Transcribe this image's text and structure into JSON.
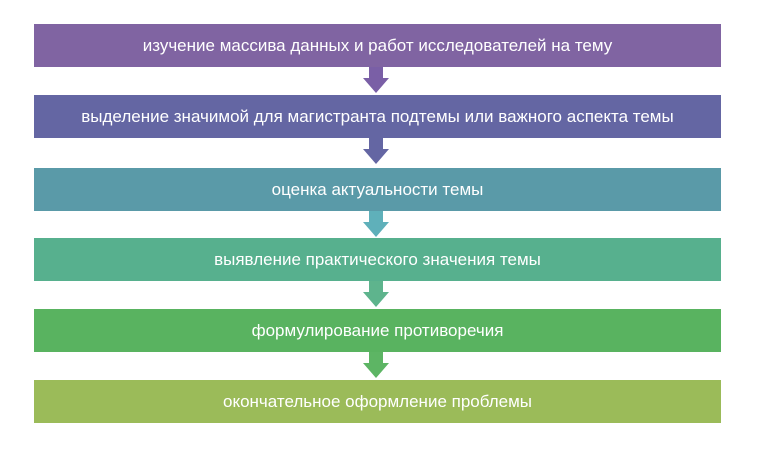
{
  "steps": [
    {
      "label": "изучение массива данных и работ исследователей на тему",
      "color": "#8064a2"
    },
    {
      "label": "выделение значимой для магистранта подтемы или важного аспекта темы",
      "color": "#6466a3"
    },
    {
      "label": "оценка актуальности темы",
      "color": "#5a9aa8"
    },
    {
      "label": "выявление практического значения темы",
      "color": "#57b08e"
    },
    {
      "label": "формулирование противоречия",
      "color": "#59b360"
    },
    {
      "label": "окончательное оформление проблемы",
      "color": "#9bbb59"
    }
  ],
  "arrows": [
    {
      "color": "#7a5fa6"
    },
    {
      "color": "#6466a3"
    },
    {
      "color": "#5fb0ba"
    },
    {
      "color": "#5eb48d"
    },
    {
      "color": "#5db564"
    }
  ]
}
